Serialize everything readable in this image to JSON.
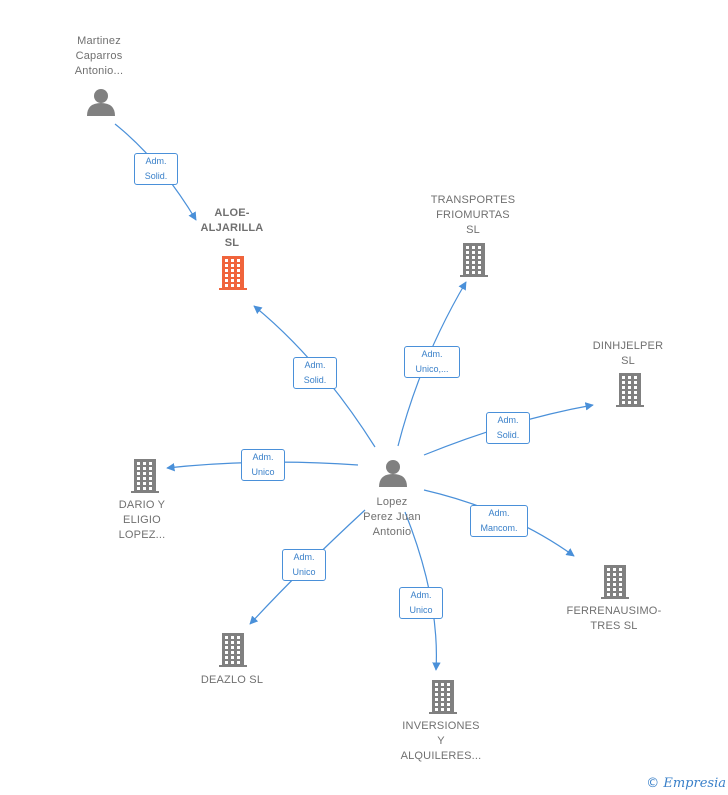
{
  "colors": {
    "edge": "#4a90d9",
    "node_default": "#808080",
    "node_highlight": "#f0643c",
    "label": "#707070"
  },
  "nodes": [
    {
      "id": "martinez",
      "icon": "person-icon",
      "label": "Martinez\nCaparros\nAntonio..."
    },
    {
      "id": "aloe",
      "icon": "building-icon",
      "label": "ALOE-\nALJARILLA\nSL",
      "highlight": true
    },
    {
      "id": "transportes",
      "icon": "building-icon",
      "label": "TRANSPORTES\nFRIOMURTAS\nSL"
    },
    {
      "id": "dinhjelper",
      "icon": "building-icon",
      "label": "DINHJELPER\nSL"
    },
    {
      "id": "dario",
      "icon": "building-icon",
      "label": "DARIO Y\nELIGIO\nLOPEZ..."
    },
    {
      "id": "lopez",
      "icon": "person-icon",
      "label": "Lopez\nPerez Juan\nAntonio"
    },
    {
      "id": "ferrenausimo",
      "icon": "building-icon",
      "label": "FERRENAUSIMO-\nTRES SL"
    },
    {
      "id": "deazlo",
      "icon": "building-icon",
      "label": "DEAZLO SL"
    },
    {
      "id": "inversiones",
      "icon": "building-icon",
      "label": "INVERSIONES\nY\nALQUILERES..."
    }
  ],
  "edges": [
    {
      "from": "martinez",
      "to": "aloe",
      "label": "Adm.\nSolid."
    },
    {
      "from": "lopez",
      "to": "aloe",
      "label": "Adm.\nSolid."
    },
    {
      "from": "lopez",
      "to": "transportes",
      "label": "Adm.\nUnico,..."
    },
    {
      "from": "lopez",
      "to": "dinhjelper",
      "label": "Adm.\nSolid."
    },
    {
      "from": "lopez",
      "to": "dario",
      "label": "Adm.\nUnico"
    },
    {
      "from": "lopez",
      "to": "ferrenausimo",
      "label": "Adm.\nMancom."
    },
    {
      "from": "lopez",
      "to": "deazlo",
      "label": "Adm.\nUnico"
    },
    {
      "from": "lopez",
      "to": "inversiones",
      "label": "Adm.\nUnico"
    }
  ],
  "footer": {
    "copyright_symbol": "©",
    "brand": "Empresia"
  }
}
